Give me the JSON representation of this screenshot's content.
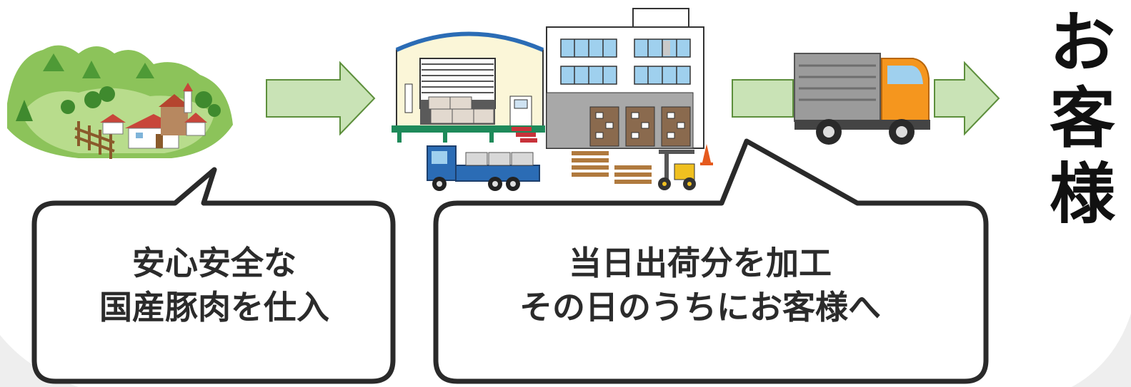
{
  "bubble_farm": {
    "line1": "安心安全な",
    "line2": "国産豚肉を仕入"
  },
  "bubble_factory": {
    "line1": "当日出荷分を加工",
    "line2": "その日のうちにお客様へ"
  },
  "destination": {
    "chars": [
      "お",
      "客",
      "様"
    ]
  },
  "colors": {
    "arrow_fill": "#c9e3b6",
    "arrow_stroke": "#5d8f3c",
    "bubble_stroke": "#2a2a2a",
    "truck_cab": "#f5961e",
    "truck_body": "#9b9b9b"
  },
  "icons": [
    "farm-village-icon",
    "warehouse-factory-icon",
    "delivery-truck-icon",
    "flow-arrow-icon"
  ]
}
